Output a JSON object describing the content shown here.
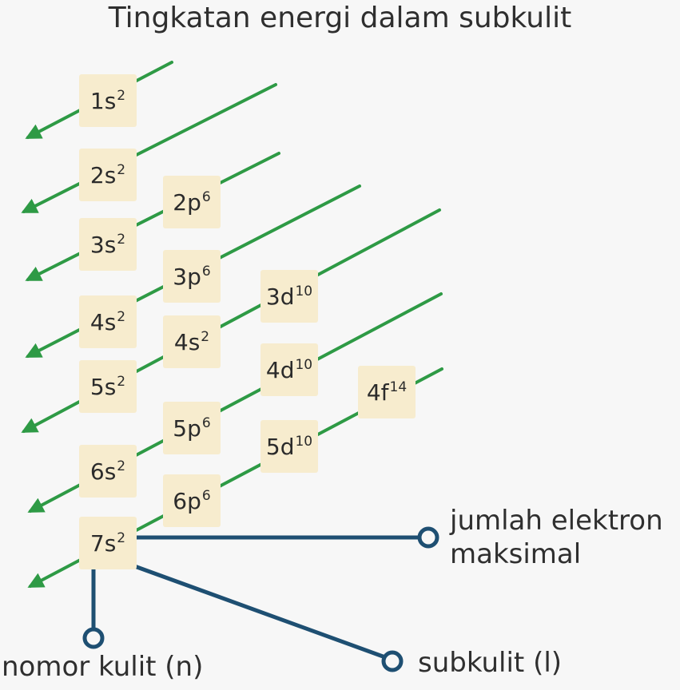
{
  "title": "Tingkatan energi dalam subkulit",
  "colors": {
    "arrow": "#2e9a45",
    "box": "#f7ecce",
    "connector": "#1e4f72",
    "text": "#2f2f2f"
  },
  "subshells": [
    {
      "label": "1s",
      "sup": "2"
    },
    {
      "label": "2s",
      "sup": "2"
    },
    {
      "label": "2p",
      "sup": "6"
    },
    {
      "label": "3s",
      "sup": "2"
    },
    {
      "label": "3p",
      "sup": "6"
    },
    {
      "label": "3d",
      "sup": "10"
    },
    {
      "label": "4s",
      "sup": "2"
    },
    {
      "label": "4s",
      "sup": "2"
    },
    {
      "label": "4d",
      "sup": "10"
    },
    {
      "label": "4f",
      "sup": "14"
    },
    {
      "label": "5s",
      "sup": "2"
    },
    {
      "label": "5p",
      "sup": "6"
    },
    {
      "label": "5d",
      "sup": "10"
    },
    {
      "label": "6s",
      "sup": "2"
    },
    {
      "label": "6p",
      "sup": "6"
    },
    {
      "label": "7s",
      "sup": "2"
    }
  ],
  "annotations": {
    "max_electrons_line1": "jumlah elektron",
    "max_electrons_line2": "maksimal",
    "shell_number": "nomor kulit (n)",
    "subshell": "subkulit (l)"
  }
}
